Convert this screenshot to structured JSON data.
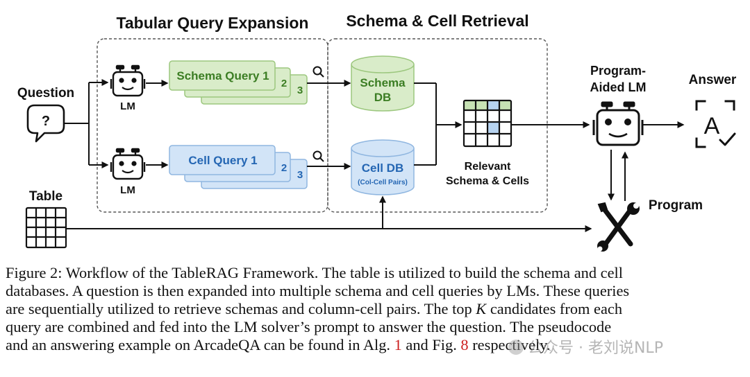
{
  "titles": {
    "expansion": "Tabular Query Expansion",
    "retrieval": "Schema & Cell Retrieval"
  },
  "inputs": {
    "question": "Question",
    "question_symbol": "?",
    "table": "Table"
  },
  "lm_labels": [
    "LM",
    "LM"
  ],
  "schema_queries": [
    "Schema Query 1",
    "2",
    "3"
  ],
  "cell_queries": [
    "Cell Query 1",
    "2",
    "3"
  ],
  "schema_db": [
    "Schema",
    "DB"
  ],
  "cell_db": {
    "name": "Cell DB",
    "sub": "(Col-Cell Pairs)"
  },
  "relevant": [
    "Relevant",
    "Schema & Cells"
  ],
  "program_lm": [
    "Program-",
    "Aided LM"
  ],
  "answer": {
    "label": "Answer",
    "glyph": "A"
  },
  "program": "Program",
  "caption": {
    "line1": "Figure 2: Workflow of the TableRAG Framework. The table is utilized to build the schema and cell",
    "line2": "databases. A question is then expanded into multiple schema and cell queries by LMs. These queries",
    "line3": "are sequentially utilized to retrieve schemas and column-cell pairs. The top ",
    "line3_var": "K",
    "line3_end": " candidates from each",
    "line4": "query are combined and fed into the LM solver’s prompt to answer the question. The pseudocode",
    "line5_a": "and an answering example on ArcadeQA can be found in Alg. ",
    "ref_alg": "1",
    "line5_b": " and Fig. ",
    "ref_fig": "8",
    "line5_c": " respectively."
  },
  "watermark": "公众号 · 老刘说NLP",
  "colors": {
    "schema_fill": "#d9ecc9",
    "schema_stroke": "#9cc77e",
    "schema_text": "#3b7d23",
    "cell_fill": "#d2e4f7",
    "cell_stroke": "#8fb6e0",
    "cell_text": "#2466b3",
    "line": "#111111"
  }
}
